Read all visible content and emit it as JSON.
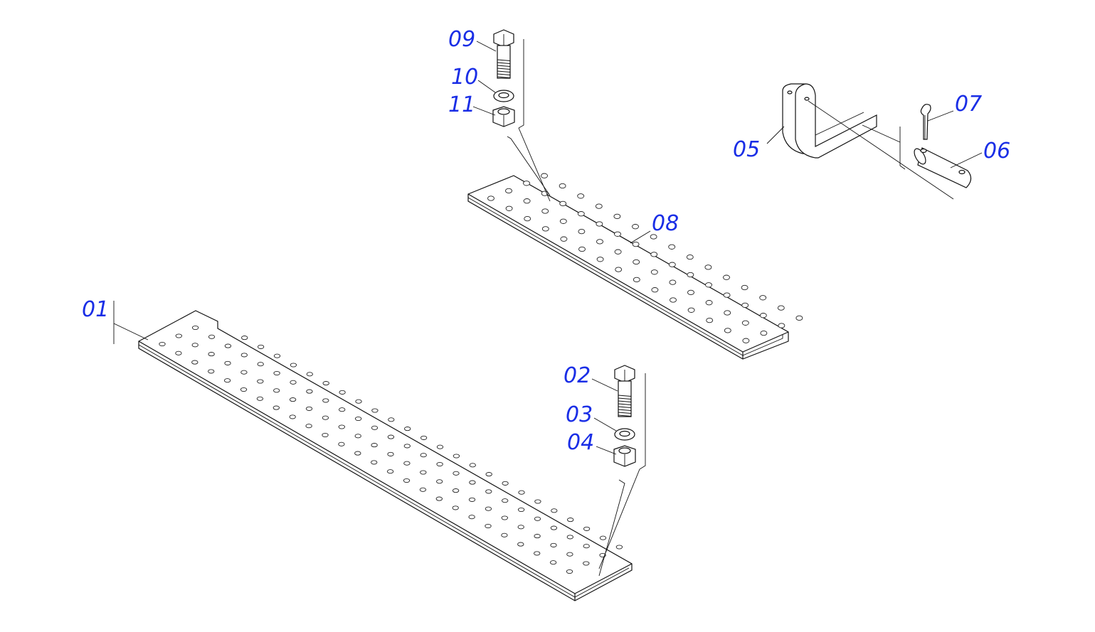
{
  "diagram": {
    "callouts": [
      {
        "id": "01",
        "text": "01"
      },
      {
        "id": "02",
        "text": "02"
      },
      {
        "id": "03",
        "text": "03"
      },
      {
        "id": "04",
        "text": "04"
      },
      {
        "id": "05",
        "text": "05"
      },
      {
        "id": "06",
        "text": "06"
      },
      {
        "id": "07",
        "text": "07"
      },
      {
        "id": "08",
        "text": "08"
      },
      {
        "id": "09",
        "text": "09"
      },
      {
        "id": "10",
        "text": "10"
      },
      {
        "id": "11",
        "text": "11"
      }
    ]
  },
  "colors": {
    "callout": "#1a2ee6",
    "line": "#111111",
    "background": "#ffffff"
  }
}
